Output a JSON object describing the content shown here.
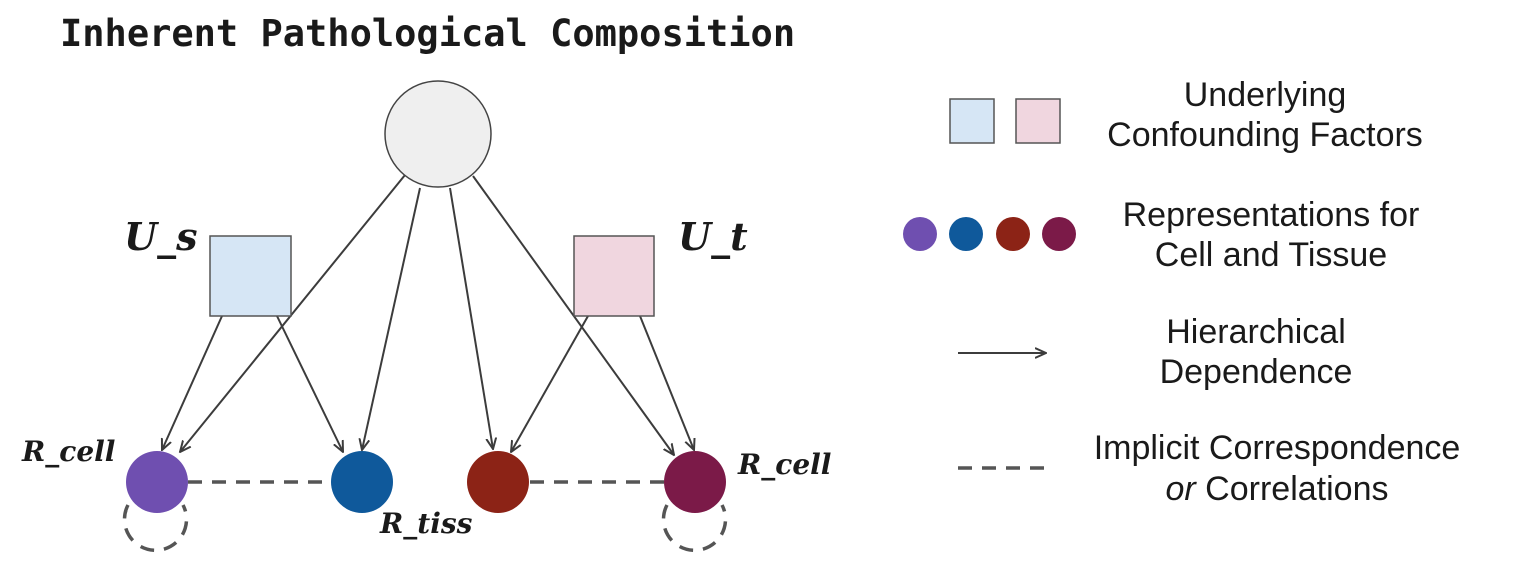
{
  "title": "Inherent Pathological Composition",
  "nodes": {
    "u_s": {
      "label": "U_s",
      "color": "#d6e6f5"
    },
    "u_t": {
      "label": "U_t",
      "color": "#f0d6df"
    },
    "root": {
      "color": "#efefef"
    },
    "r_cell_left": {
      "label": "R_cell",
      "color": "#6f4fb0"
    },
    "r_tiss": {
      "label": "R_tiss",
      "color": "#0f599b"
    },
    "r_dark_red": {
      "color": "#8c2316"
    },
    "r_cell_right": {
      "label": "R_cell",
      "color": "#7b1a48"
    }
  },
  "legend": {
    "confounding": {
      "line1": "Underlying",
      "line2": "Confounding Factors"
    },
    "representations": {
      "line1": "Representations for",
      "line2": "Cell and Tissue"
    },
    "hierarchical": {
      "line1": "Hierarchical",
      "line2": "Dependence"
    },
    "implicit": {
      "line1": "Implicit Correspondence",
      "line2_emph": "or",
      "line2_rest": " Correlations"
    }
  },
  "colors": {
    "edge": "#3c3c3c",
    "dash": "#555555",
    "square_border": "#555555",
    "node_border": "#444444"
  }
}
